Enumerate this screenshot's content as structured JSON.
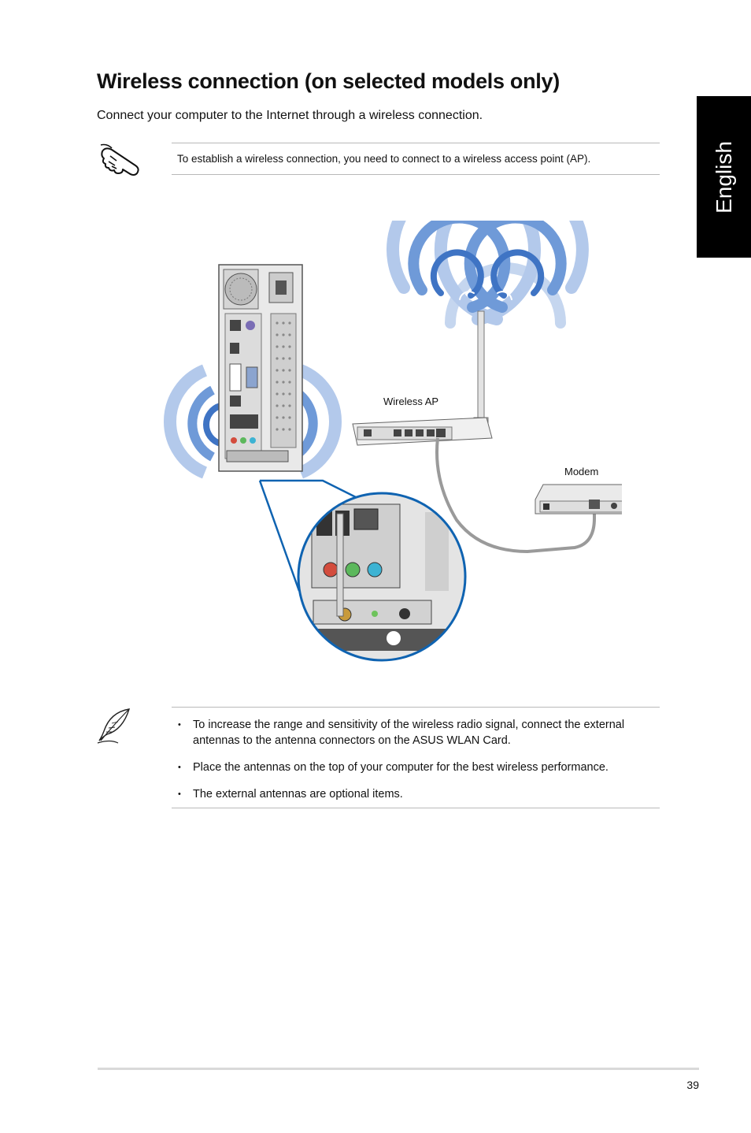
{
  "page": {
    "title": "Wireless connection (on selected models only)",
    "intro": "Connect your computer to the Internet through a wireless connection.",
    "side_tab": "English",
    "page_number": "39"
  },
  "note": {
    "icon": "hand-pointer-icon",
    "text": "To establish a wireless connection, you need to connect to a wireless access point (AP)."
  },
  "diagram": {
    "wireless_ap_label": "Wireless AP",
    "modem_label": "Modem"
  },
  "tips": {
    "icon": "feather-quill-icon",
    "items": [
      "To increase the range and sensitivity of the wireless radio signal, connect the external antennas to the antenna connectors on the ASUS WLAN Card.",
      "Place the antennas on the top of your computer for the best wireless performance.",
      "The external antennas are optional items."
    ]
  },
  "colors": {
    "side_tab_bg": "#000000",
    "wave_blue": "#5b8fd4",
    "callout_blue": "#0f63b1",
    "cable_gray": "#9a9a9a"
  }
}
